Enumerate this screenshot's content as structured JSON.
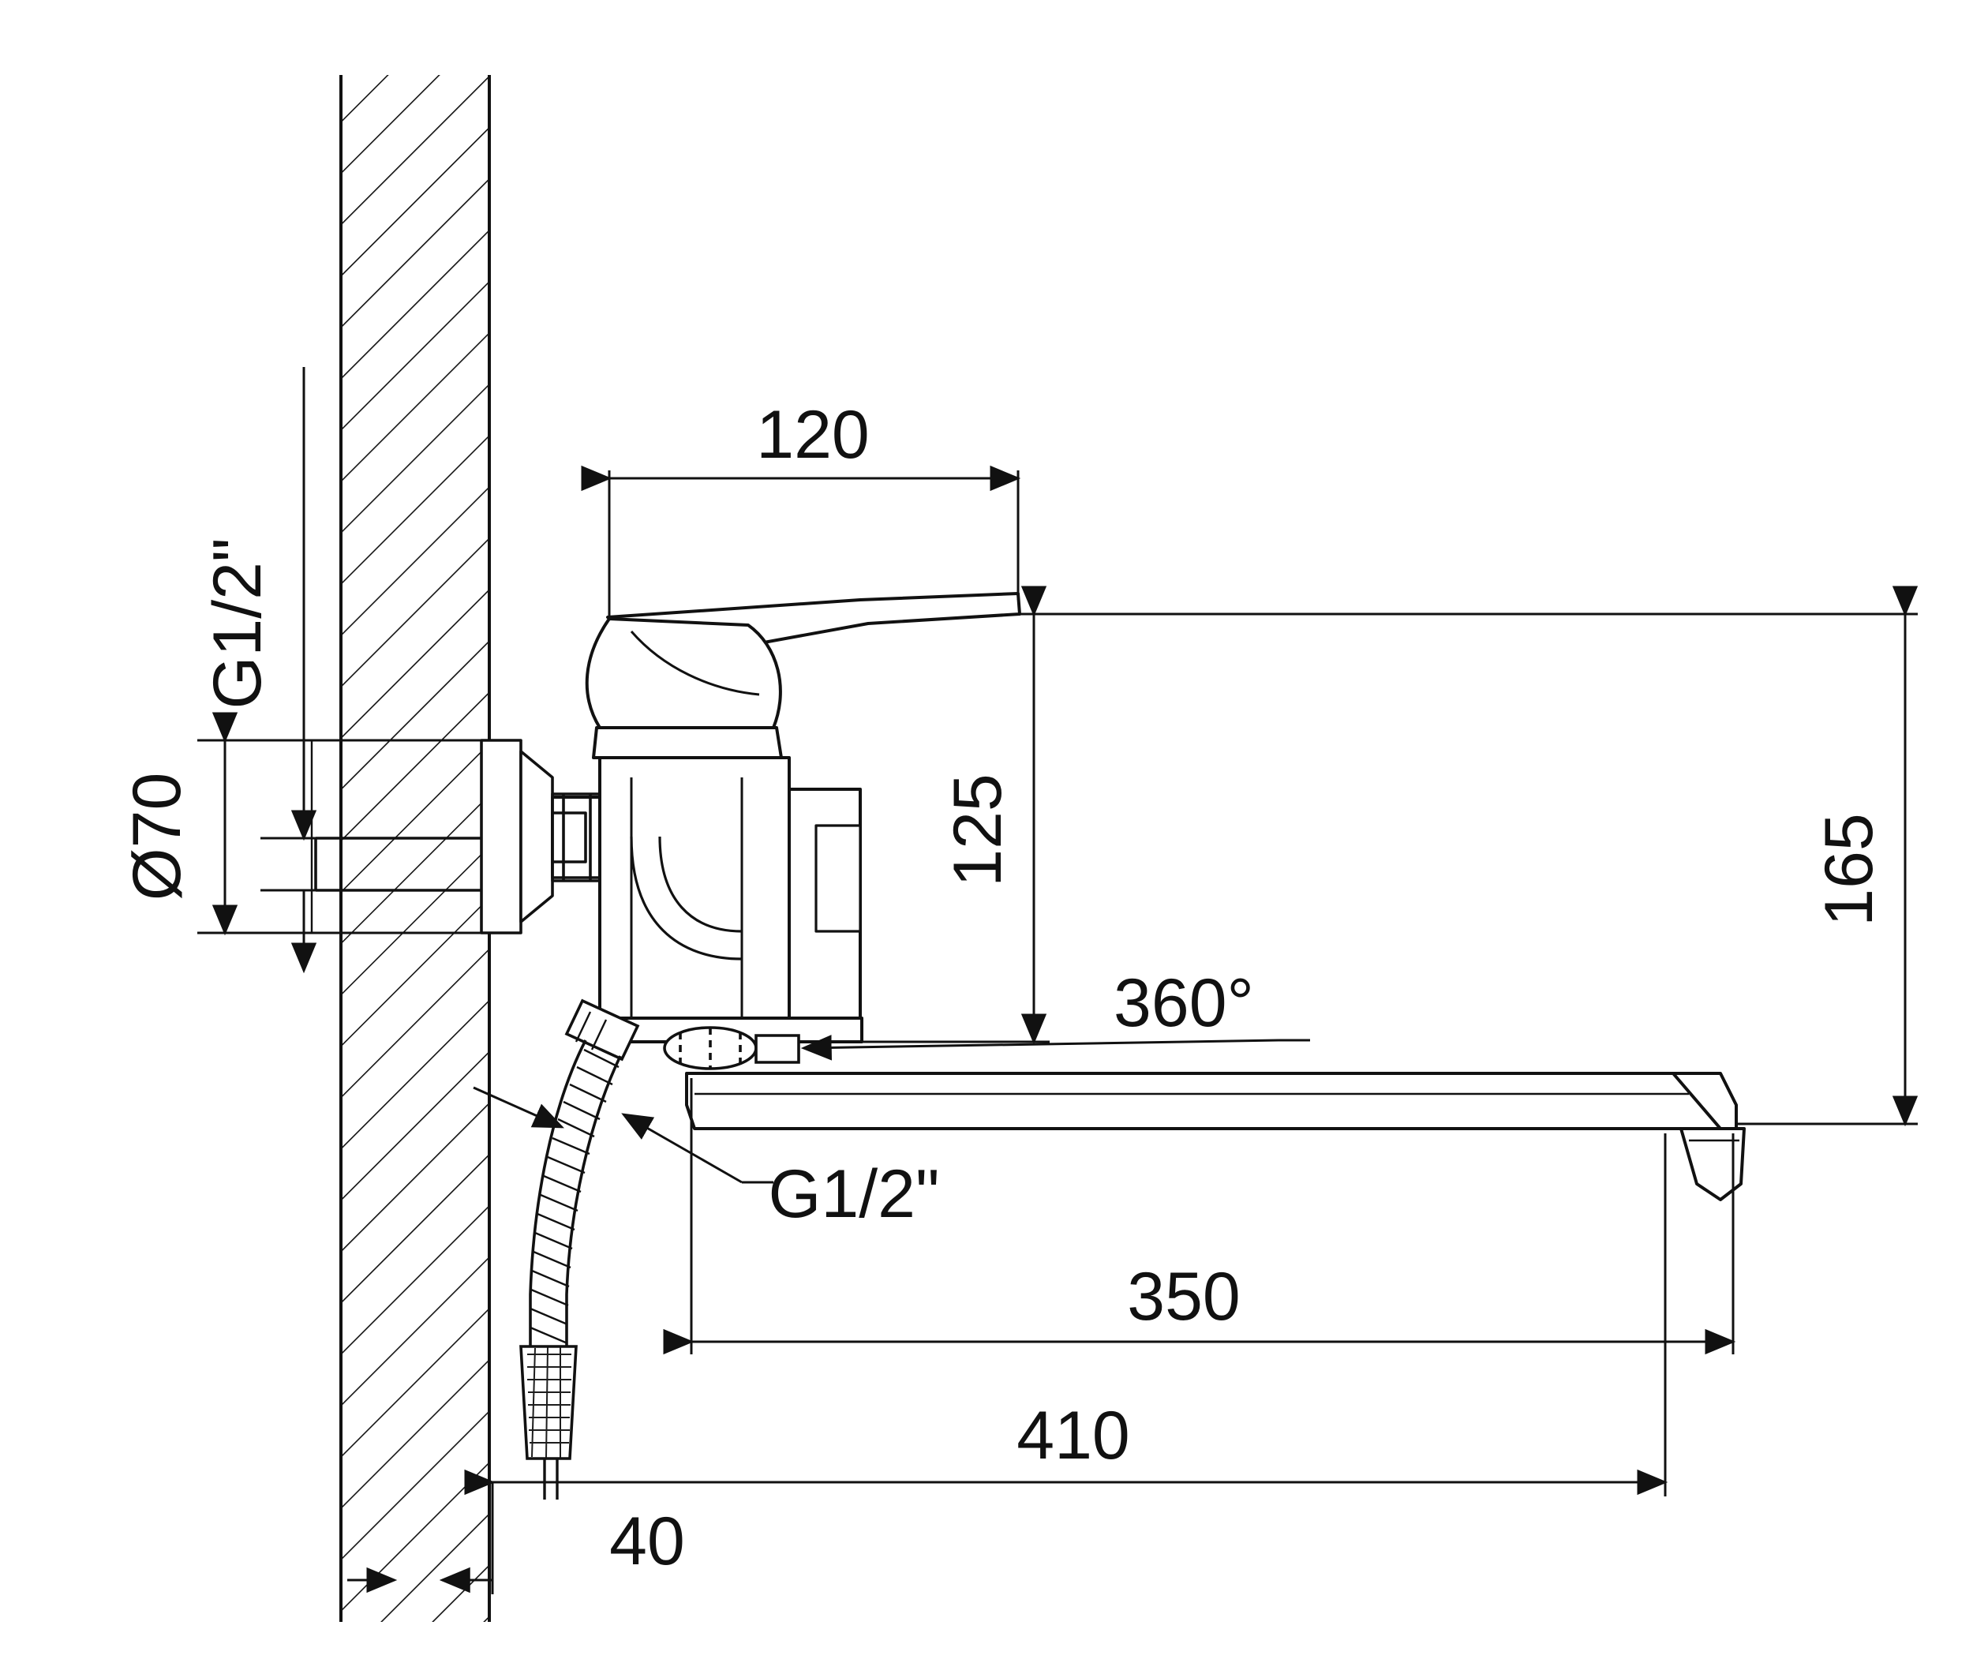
{
  "drawing": {
    "title": "Wall-mounted bath/shower mixer tap — technical dimension drawing",
    "units": "mm",
    "line_color": "#111111",
    "hatch_color": "#111111",
    "fill_color": "#ffffff",
    "background": "#ffffff"
  },
  "dimensions": {
    "inlet_thread": "G1/2\"",
    "escutcheon_diameter": "Ø70",
    "spout_projection_top": "120",
    "handle_height": "125",
    "total_height": "165",
    "shower_outlet_thread": "G1/2\"",
    "swivel_angle": "360°",
    "spout_length_mid": "350",
    "spout_length_total": "410",
    "wall_offset": "40"
  },
  "labels": [
    {
      "id": "g12-top",
      "text": "G1/2\"",
      "orientation": "vertical"
    },
    {
      "id": "dia70",
      "text": "Ø70",
      "orientation": "vertical"
    },
    {
      "id": "dim120",
      "text": "120",
      "orientation": "horizontal"
    },
    {
      "id": "dim125",
      "text": "125",
      "orientation": "vertical"
    },
    {
      "id": "dim165",
      "text": "165",
      "orientation": "vertical"
    },
    {
      "id": "angle360",
      "text": "360°",
      "orientation": "horizontal"
    },
    {
      "id": "g12-hose",
      "text": "G1/2\"",
      "orientation": "horizontal"
    },
    {
      "id": "dim350",
      "text": "350",
      "orientation": "horizontal"
    },
    {
      "id": "dim410",
      "text": "410",
      "orientation": "horizontal"
    },
    {
      "id": "dim40",
      "text": "40",
      "orientation": "horizontal"
    }
  ]
}
